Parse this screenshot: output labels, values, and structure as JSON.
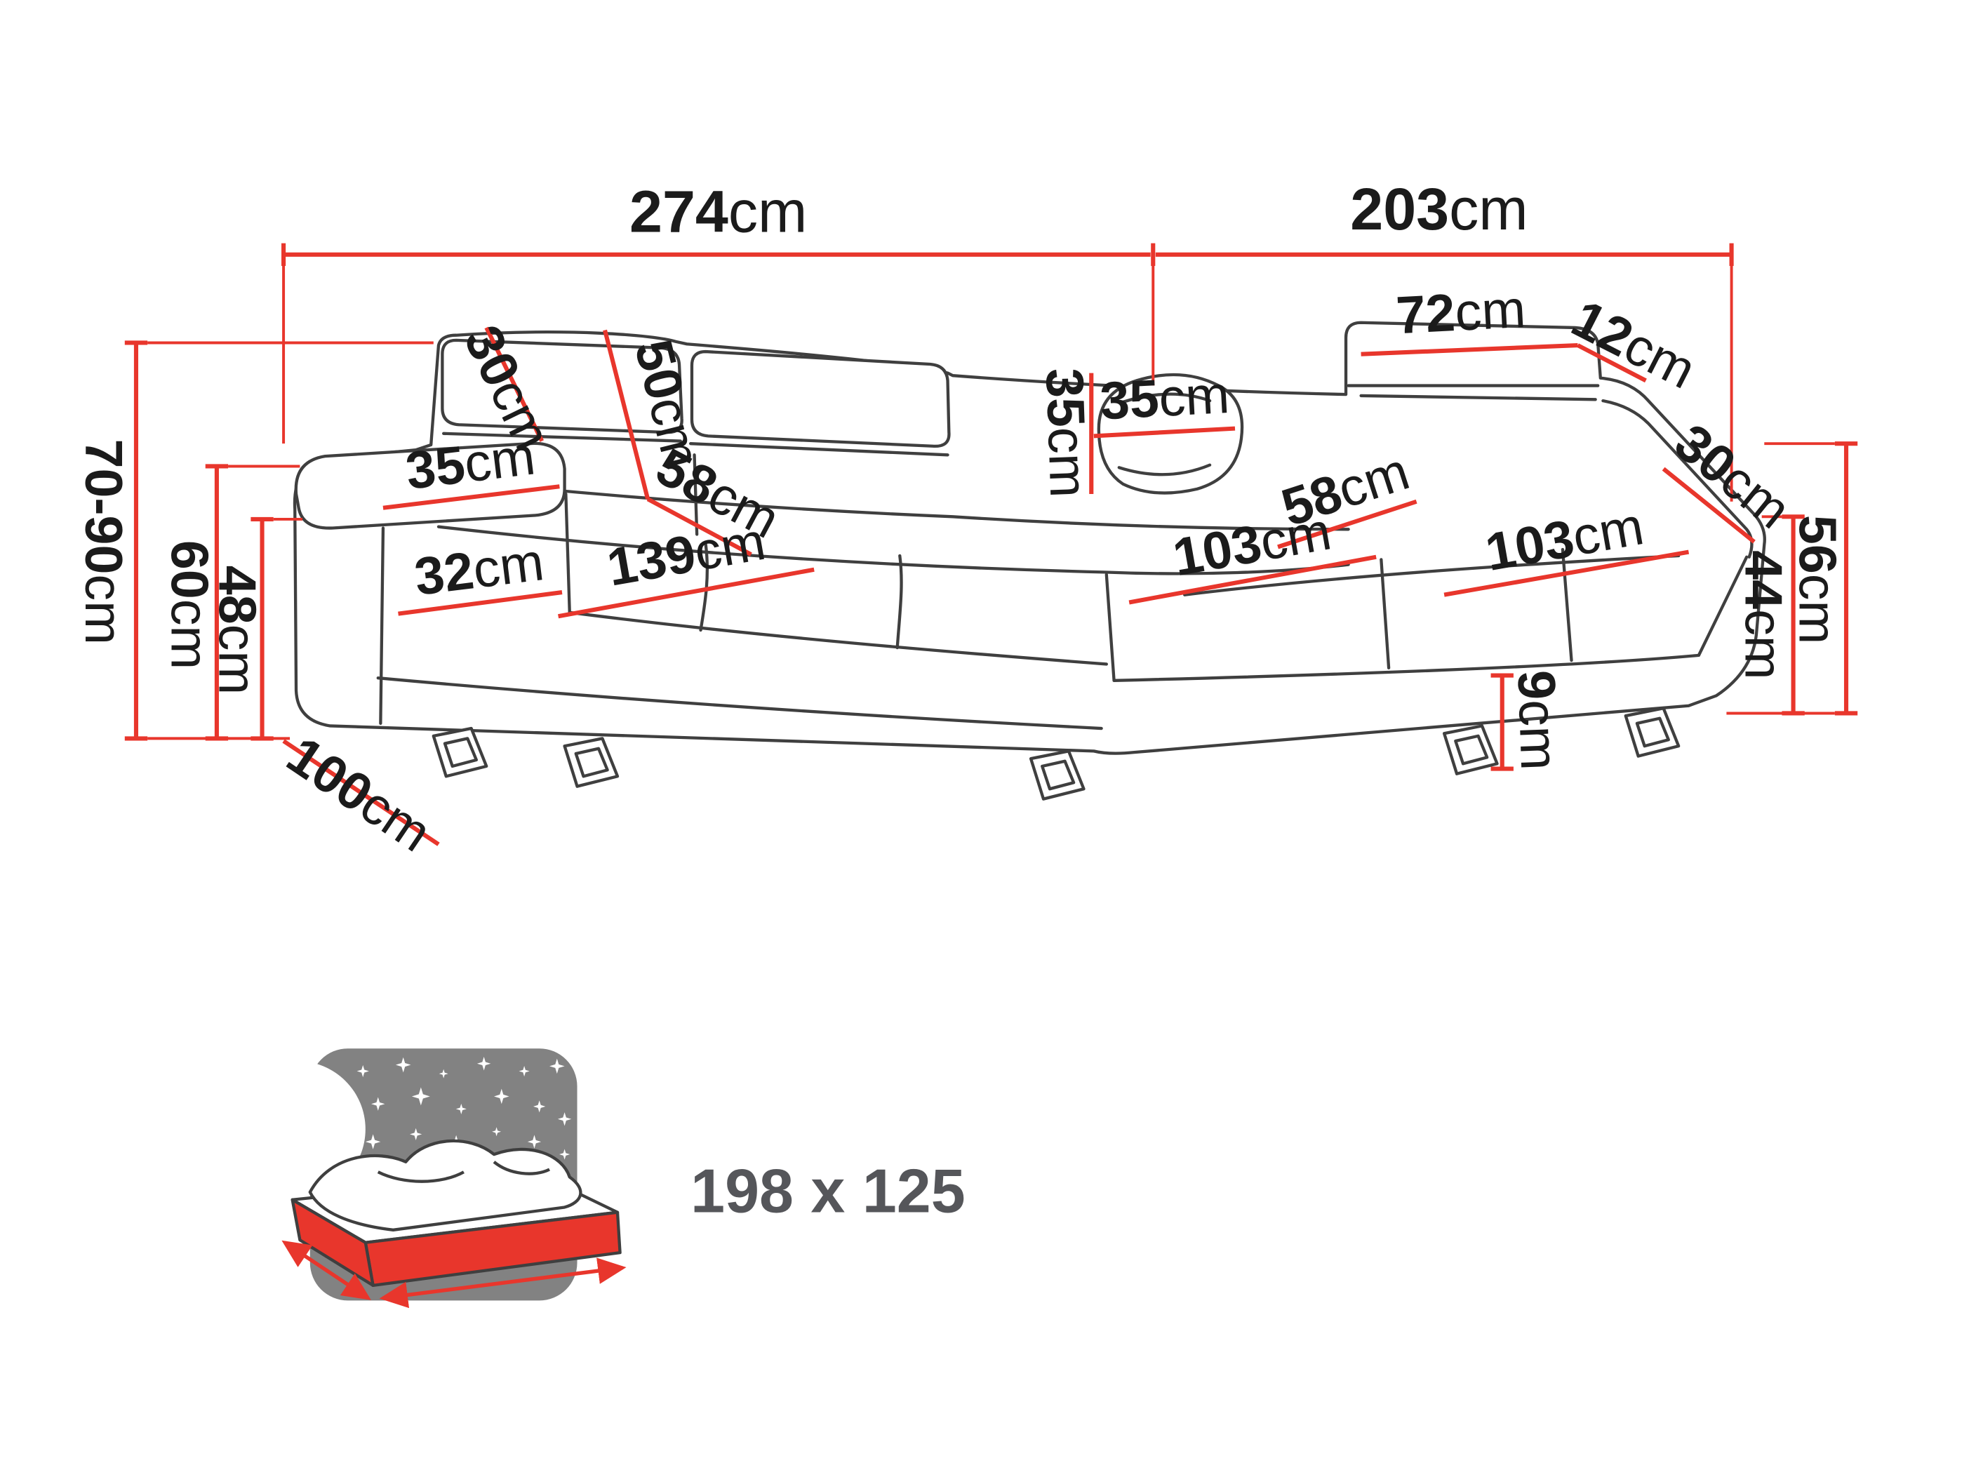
{
  "diagram": {
    "type": "furniture-dimension-diagram",
    "subject": "corner sofa with sleeping function",
    "accent_color": "#e8362c",
    "unit": "cm",
    "labels": {
      "total_width": {
        "v": "274",
        "u": "cm"
      },
      "total_depth": {
        "v": "203",
        "u": "cm"
      },
      "headrest_tilt_left": {
        "v": "30",
        "u": "cm"
      },
      "backrest_height_left": {
        "v": "50",
        "u": "cm"
      },
      "seat_depth_left": {
        "v": "58",
        "u": "cm"
      },
      "seat_width_left": {
        "v": "139",
        "u": "cm"
      },
      "armrest_top_width": {
        "v": "35",
        "u": "cm"
      },
      "armrest_front_height": {
        "v": "32",
        "u": "cm"
      },
      "overall_height": {
        "v": "70-90",
        "u": "cm"
      },
      "armrest_height": {
        "v": "60",
        "u": "cm"
      },
      "seat_height": {
        "v": "48",
        "u": "cm"
      },
      "sofa_depth": {
        "v": "100",
        "u": "cm"
      },
      "corner_pillow_height": {
        "v": "35",
        "u": "cm"
      },
      "corner_pillow_width": {
        "v": "35",
        "u": "cm"
      },
      "headrest_width_right": {
        "v": "72",
        "u": "cm"
      },
      "headrest_depth_right": {
        "v": "12",
        "u": "cm"
      },
      "seat_depth_right": {
        "v": "58",
        "u": "cm"
      },
      "chaise_length_front": {
        "v": "103",
        "u": "cm"
      },
      "chaise_length_back": {
        "v": "103",
        "u": "cm"
      },
      "headrest_tilt_right": {
        "v": "30",
        "u": "cm"
      },
      "chaise_seat_height": {
        "v": "44",
        "u": "cm"
      },
      "chaise_side_height": {
        "v": "56",
        "u": "cm"
      },
      "leg_height": {
        "v": "9",
        "u": "cm"
      }
    },
    "sleeping_area": {
      "label": "198 x 125"
    }
  }
}
